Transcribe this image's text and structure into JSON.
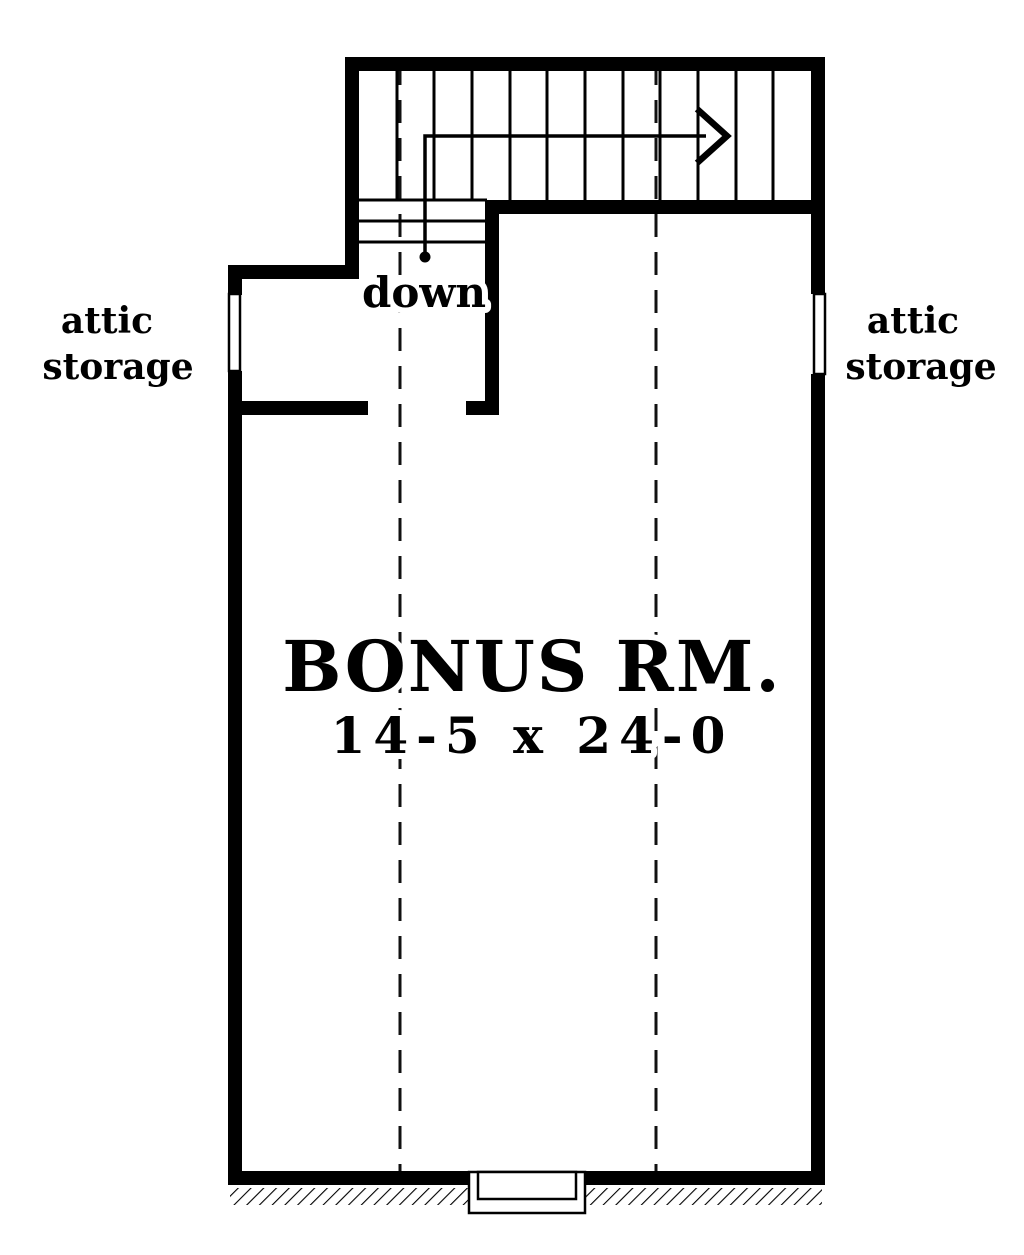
{
  "floor_plan": {
    "room": {
      "name": "BONUS RM.",
      "dimensions": "14-5 x 24-0"
    },
    "attic_storage_left": {
      "line1": "attic",
      "line2": "storage"
    },
    "attic_storage_right": {
      "line1": "attic",
      "line2": "storage"
    },
    "stairs": {
      "direction_label": "down"
    },
    "colors": {
      "ink": "#000000",
      "paper": "#ffffff"
    }
  }
}
